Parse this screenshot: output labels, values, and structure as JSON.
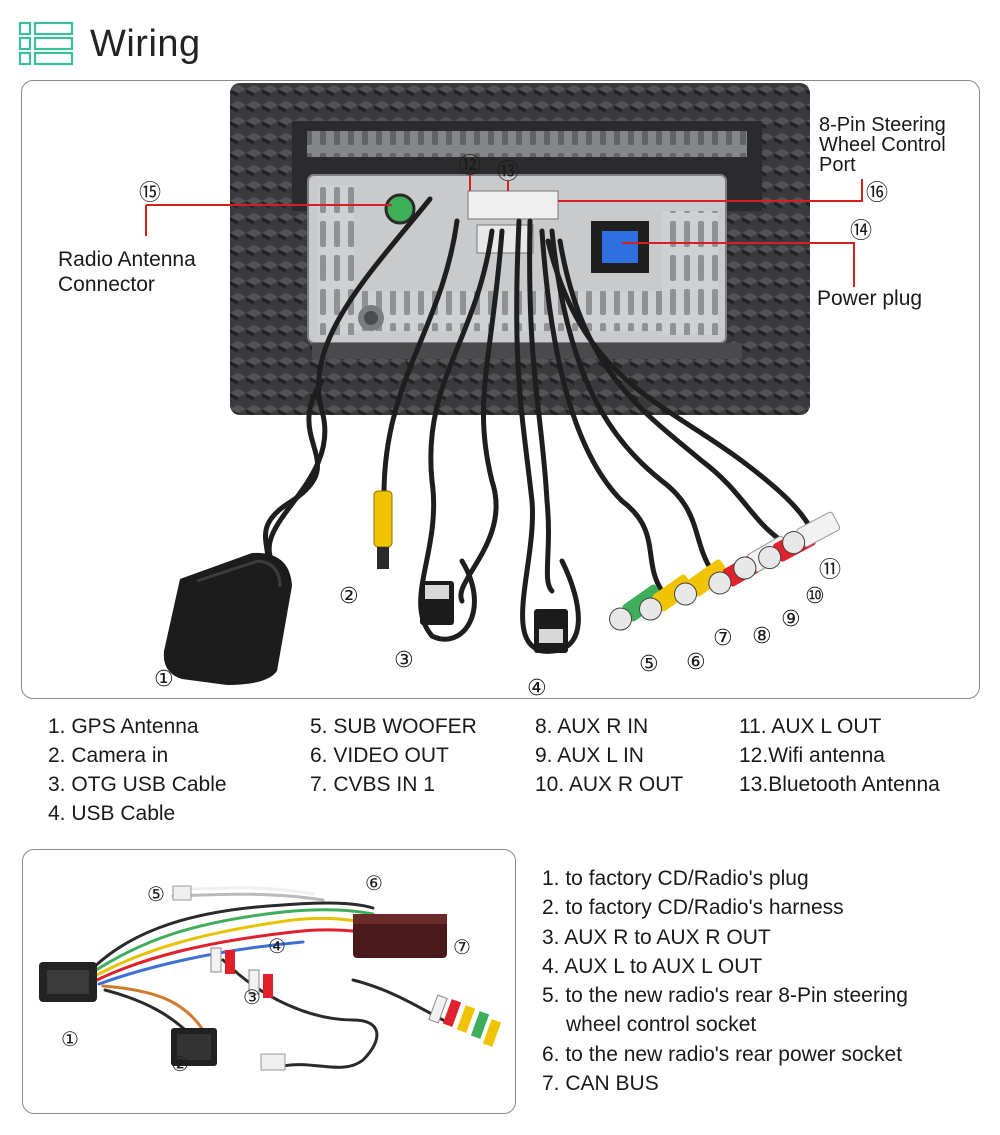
{
  "header": {
    "title": "Wiring",
    "icon": "list-icon"
  },
  "main_labels": {
    "antenna": [
      "Radio Antenna",
      "Connector"
    ],
    "steering": [
      "8-Pin Steering",
      "Wheel Control",
      "Port"
    ],
    "power": "Power plug",
    "markers": [
      "①",
      "②",
      "③",
      "④",
      "⑤",
      "⑥",
      "⑦",
      "⑧",
      "⑨",
      "⑩",
      "⑪",
      "⑫",
      "⑬",
      "⑭",
      "⑮",
      "⑯"
    ]
  },
  "legend": {
    "col1": [
      "1. GPS Antenna",
      "2. Camera in",
      "3. OTG USB Cable",
      "4. USB Cable"
    ],
    "col2": [
      "5. SUB WOOFER",
      "6. VIDEO OUT",
      "7. CVBS IN 1"
    ],
    "col3": [
      "8. AUX R IN",
      "9. AUX L IN",
      "10. AUX R OUT"
    ],
    "col4": [
      "11. AUX L OUT",
      "12.Wifi antenna",
      "13.Bluetooth Antenna"
    ]
  },
  "harness_markers": [
    "①",
    "②",
    "③",
    "④",
    "⑤",
    "⑥",
    "⑦"
  ],
  "harness_notes": [
    "1. to factory CD/Radio's plug",
    "2. to factory CD/Radio's harness",
    "3. AUX R to AUX R OUT",
    "4. AUX L to AUX L OUT",
    "5. to the new radio's rear 8-Pin steering",
    "wheel control socket",
    "6. to the new radio's rear power socket",
    "7. CAN BUS"
  ],
  "colors": {
    "leader_red": "#d42020",
    "rca_yellow": "#f0c400",
    "rca_red": "#e0202a",
    "rca_green": "#3fae5a",
    "rca_white": "#f2f2f2"
  }
}
